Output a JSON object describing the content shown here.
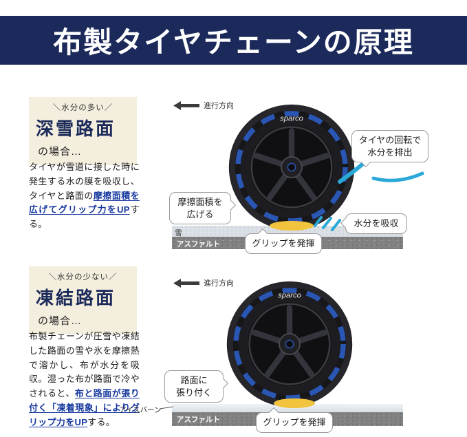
{
  "header": {
    "title": "布製タイヤチェーンの原理"
  },
  "colors": {
    "navy": "#1b2a5a",
    "beige": "#f3eedd",
    "highlight_blue": "#16389f",
    "cyan": "#2aa8d8",
    "yellow": "#f2c33c"
  },
  "section_snow": {
    "tag": "＼水分の多い／",
    "heading": "深雪路面",
    "sub": "の場合…",
    "body_pre": "タイヤが雪道に接した時に発生する水の膜を吸収し、タイヤと路面の",
    "body_highlight": "摩擦面積を広げてグリップ力をUP",
    "body_post": "する。",
    "direction_label": "進行方向",
    "tire_brand": "sparco",
    "callout_rotation": "タイヤの回転で水分を排出",
    "callout_friction": "摩擦面積を広げる",
    "callout_absorb": "水分を吸収",
    "callout_grip": "グリップを発揮",
    "ground_top_label": "雪",
    "ground_bottom_label": "アスファルト"
  },
  "section_ice": {
    "tag": "＼水分の少ない／",
    "heading": "凍結路面",
    "sub": "の場合…",
    "body_pre": "布製チェーンが圧雪や凍結した路面の雪や氷を摩擦熱で溶かし、布が水分を吸収。湿った布が路面で冷やされると、",
    "body_highlight": "布と路面が張り付く「凍着現象」によりグリップ力をUP",
    "body_post": "する。",
    "direction_label": "進行方向",
    "tire_brand": "sparco",
    "callout_stick_l1": "路面に",
    "callout_stick_l2": "張り付く",
    "callout_grip": "グリップを発揮",
    "ground_top_label": "アイスバーン",
    "ground_bottom_label": "アスファルト"
  }
}
